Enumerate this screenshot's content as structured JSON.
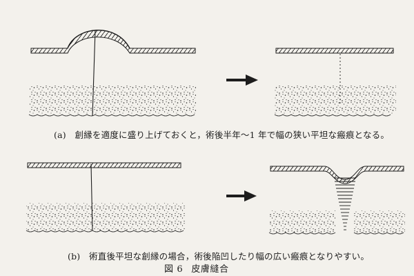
{
  "figure": {
    "number": "図 6",
    "title": "皮膚縫合"
  },
  "panels": [
    {
      "id": "a",
      "caption": "(a)　創縁を適度に盛り上げておくと，術後半年〜1 年で幅の狭い平坦な瘢痕となる。"
    },
    {
      "id": "b",
      "caption": "(b)　術直後平坦な創縁の場合，術後陥凹したり幅の広い瘢痕となりやすい。"
    }
  ],
  "colors": {
    "ink": "#1d1d1d",
    "paper": "#f3f1ec"
  },
  "icons": {
    "transition": "arrow-right-icon"
  }
}
